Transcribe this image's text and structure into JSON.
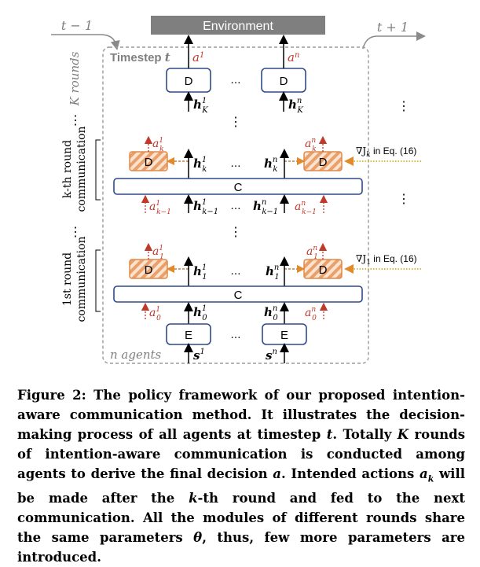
{
  "diagram": {
    "environment_label": "Environment",
    "timestep_label": "Timestep",
    "timestep_var": "t",
    "t_prev": "t − 1",
    "t_next": "t + 1",
    "rounds_label": "K rounds",
    "kth_round_label": "k-th round",
    "first_round_label": "1st round",
    "communication_label": "communication",
    "agents_label": "n agents",
    "decoder_label": "D",
    "comm_label": "C",
    "encoder_label": "E",
    "ellipsis": "…",
    "grad_k_label": "∇J",
    "grad_k_sub": "k",
    "grad_k_suffix": " in Eq. (16)",
    "grad_1_label": "∇J",
    "grad_1_sub": "1",
    "grad_1_suffix": " in Eq. (16)",
    "colors": {
      "environment_bg": "#7f7f7f",
      "module_border": "#2f4a87",
      "action_red": "#c0392b",
      "hatched_orange": "#e08a4a",
      "gray_text": "#7f7f7f",
      "dotted_gold": "#c8a400"
    }
  },
  "caption": {
    "prefix": "Figure 2: The policy framework of our proposed intention-aware communication method. It illustrates the decision-making process of all agents at timestep ",
    "t": "t",
    "mid1": ". Totally ",
    "K": "K",
    "mid2": " rounds of intention-aware communication is conducted among agents to derive the final decision ",
    "a": "a",
    "mid3": ". Intended actions ",
    "ak": "a",
    "ak_sub": "k",
    "mid4": " will be made after the ",
    "k": "k",
    "mid5": "-th round and fed to the next communication. All the modules of different rounds share the same parameters ",
    "theta": "θ",
    "suffix": ", thus, few more parameters are introduced."
  }
}
